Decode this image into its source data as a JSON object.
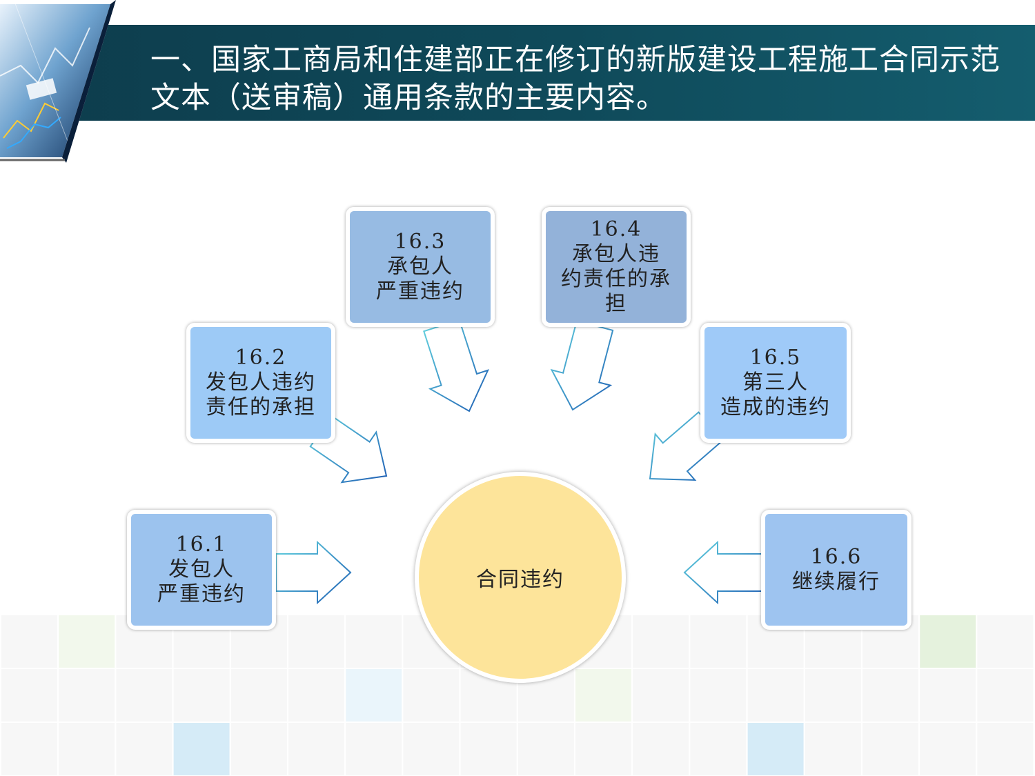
{
  "slide": {
    "title": "一、国家工商局和住建部正在修订的新版建设工程施工合同示范文本（送审稿）通用条款的主要内容。"
  },
  "diagram": {
    "hub": {
      "label": "合同违约",
      "color": "#fde49a"
    },
    "nodes": [
      {
        "id": "n161",
        "number": "16.1",
        "label": "发包人\n严重违约",
        "color": "#9cc3ee"
      },
      {
        "id": "n162",
        "number": "16.2",
        "label": "发包人违约\n责任的承担",
        "color": "#9dcaf6"
      },
      {
        "id": "n163",
        "number": "16.3",
        "label": "承包人\n严重违约",
        "color": "#97bbe3"
      },
      {
        "id": "n164",
        "number": "16.4",
        "label": "承包人违\n约责任的承\n担",
        "color": "#93b2d9"
      },
      {
        "id": "n165",
        "number": "16.5",
        "label": "第三人\n造成的违约",
        "color": "#9fcaf8"
      },
      {
        "id": "n166",
        "number": "16.6",
        "label": "继续履行",
        "color": "#9ec4f0"
      }
    ]
  }
}
